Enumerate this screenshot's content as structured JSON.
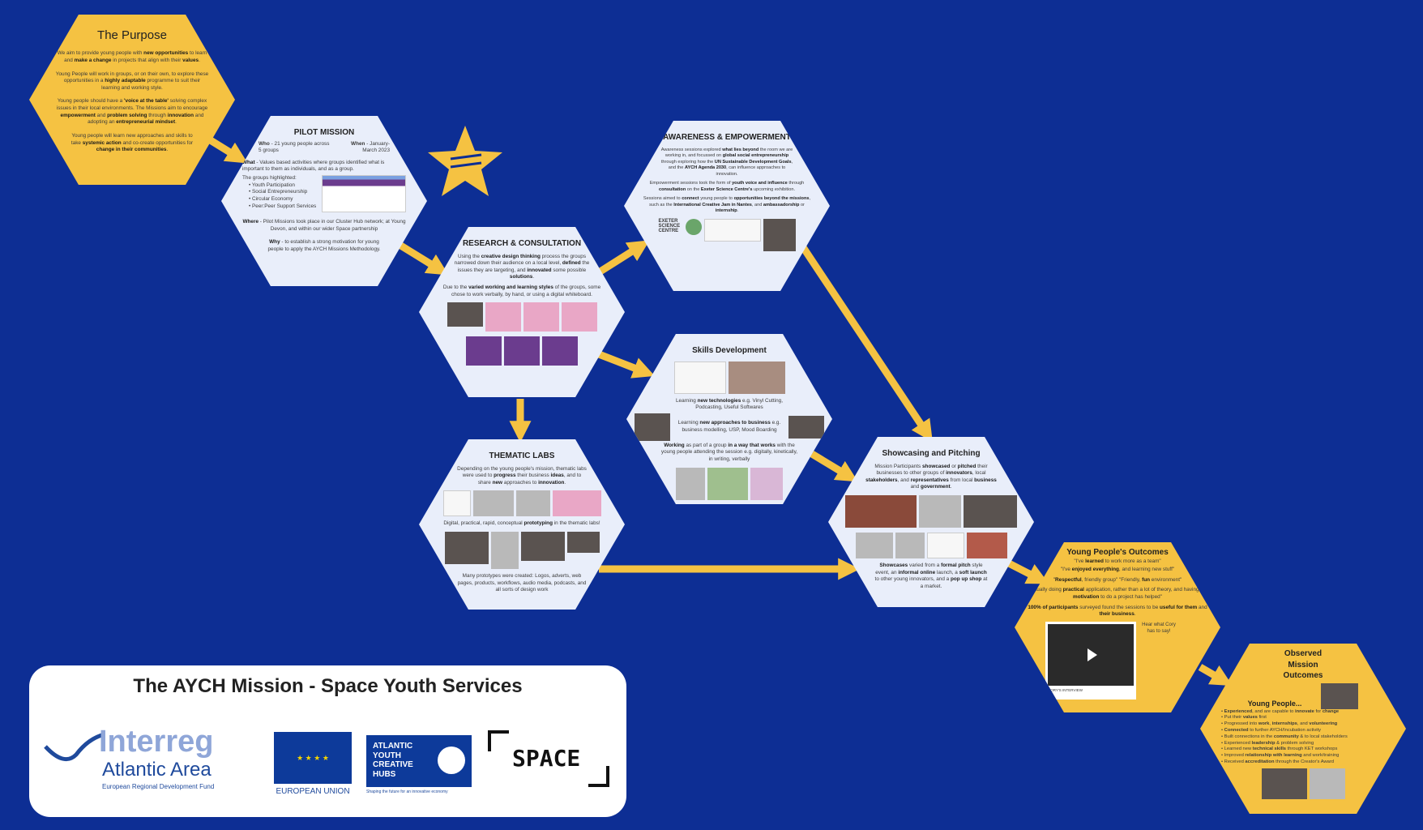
{
  "purpose": {
    "title": "The Purpose",
    "paras": [
      "We aim to provide young people with **new opportunities** to learn and **make a change** in projects that align with their **values**.",
      "Young People will work in groups, or on their own, to explore these opportunities in a **highly adaptable** programme to suit their learning and working style.",
      "Young people should have a **'voice at the table'** solving complex issues in their local environments. The Missions aim to encourage **empowerment** and **problem solving** through **innovation** and adopting an **entrepreneurial mindset**.",
      "Young people will learn new approaches and skills to take **systemic action** and co-create opportunities for **change in their communities**."
    ]
  },
  "pilot": {
    "title": "PILOT MISSION",
    "who": "**Who** - 21 young people across 5 groups",
    "when": "**When** - January-March 2023",
    "what": "**What** - Values based activities where groups identified what is important to them as individuals, and as a group.",
    "groups_label": "The groups highlighted:",
    "groups": [
      "Youth Participation",
      "Social Entrepreneurship",
      "Circular Economy",
      "Peer:Peer Support Services"
    ],
    "where": "**Where** - Pilot Missions took place in our Cluster Hub network; at Young Devon, and within our wider Space partnership",
    "why": "**Why** - to establish a strong motivation for young people to apply the AYCH Missions Methodology."
  },
  "research": {
    "title": "RESEARCH & CONSULTATION",
    "paras": [
      "Using the **creative design thinking** process the groups narrowed down their audience on a local level, **defined** the issues they are targeting, and **innovated** some possible **solutions**.",
      "Due to the **varied working and learning styles** of the groups, some chose to work verbally, by hand, or using a digital whiteboard."
    ]
  },
  "awareness": {
    "title": "AWARENESS & EMPOWERMENT",
    "paras": [
      "Awareness sessions explored **what lies beyond** the room we are working in, and focussed on **global social entrepreneurship** through exploring how the **UN Sustainable Development Goals**, and the **AYCH Agenda 2030**, can influence approaches to innovation.",
      "Empowerment sessions took the form of **youth voice and influence** through **consultation** on the **Exeter Science Centre's** upcoming exhibition.",
      "Sessions aimed to **connect** young people to **opportunities beyond the missions**, such as the **International Creative Jam in Nantes**, and **ambassadorship** or **internship**."
    ],
    "logo_text": "EXETER SCIENCE CENTRE"
  },
  "skills": {
    "title": "Skills Development",
    "paras": [
      "Learning **new technologies** e.g. Vinyl Cutting, Podcasting, Useful Softwares",
      "Learning **new approaches to business** e.g. business modelling, USP, Mood Boarding",
      "**Working** as part of a group **in a way that works** with the young people attending the session e.g. digitally, kinetically, in writing, verbally"
    ]
  },
  "thematic": {
    "title": "THEMATIC LABS",
    "paras": [
      "Depending on the young people's mission, thematic labs were used to **progress** their business **ideas**, and to share **new** approaches to **innovation**.",
      "Digital, practical, rapid, conceptual **prototyping** in the thematic labs!",
      "Many prototypes were created: Logos, adverts, web pages, products, workflows, audio media, podcasts, and all sorts of design work"
    ]
  },
  "showcasing": {
    "title": "Showcasing and Pitching",
    "paras": [
      "Mission Participants **showcased** or **pitched** their businesses to other groups of **innovators**, local **stakeholders**, and **representatives** from local **business** and **government**.",
      "**Showcases** varied from a **formal pitch** style event, an **informal online** launch, a **soft launch** to other young innovators, and a **pop up shop** at a market."
    ]
  },
  "yp_outcomes": {
    "title": "Young People's Outcomes",
    "quotes": [
      "\"I've **learned** to work more as a team\"",
      "\"I've **enjoyed everything**, and learning new stuff\"",
      "\"**Respectful**, friendly group\"  \"Friendly, **fun** environment\"",
      "\"Actually doing **practical** application, rather than a lot of theory, and having the **motivation** to do a project has helped\"",
      "**100% of participants** surveyed found the sessions to be **useful for them** and **their business**."
    ],
    "video_caption": "Hear what Cory has to say!",
    "video_title": "CORY'S INTERVIEW"
  },
  "observed": {
    "title": "Observed Mission Outcomes",
    "subtitle": "Young People...",
    "items": [
      "**Experienced**, and are capable to **innovate** for **change**",
      "Put their **values** first",
      "Progressed into **work**, **internships**, and **volunteering**",
      "**Connected** to further AYCH/Incubation activity",
      "Built connections in the **community** & to local stakeholders",
      "Experienced **leadership** & problem solving",
      "Learned new **technical skills** through KET workshops",
      "Improved **relationship with learning** and work/training",
      "Received **accreditation** through the Creator's Award"
    ]
  },
  "card": {
    "title": "The AYCH Mission - Space Youth Services",
    "interreg": "Interreg",
    "interreg_sub": "Atlantic Area",
    "interreg_fund": "European Regional Development Fund",
    "eu": "EUROPEAN UNION",
    "aych_lines": [
      "ATLANTIC",
      "YOUTH",
      "CREATIVE",
      "HUBS"
    ],
    "aych_tag": "Shaping the future for an innovative economy",
    "space": "SPACE"
  },
  "colors": {
    "background": "#0d2e94",
    "yellow": "#f5c242",
    "light": "#e9eefa"
  }
}
